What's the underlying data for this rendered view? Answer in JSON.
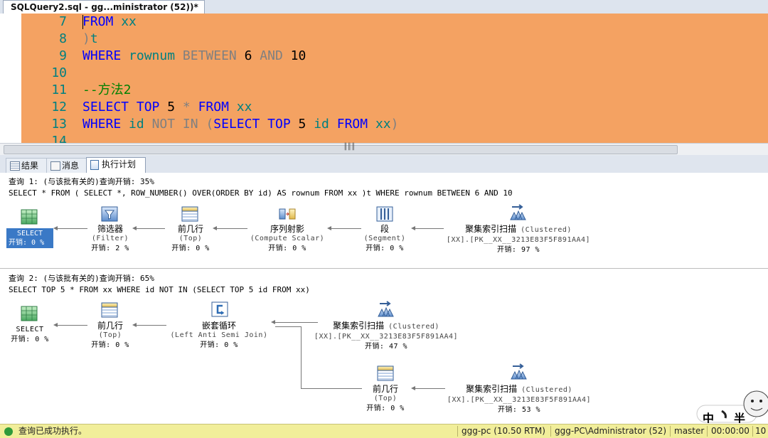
{
  "titlebar": {
    "active_tab": "SQLQuery2.sql - gg...ministrator (52))*"
  },
  "editor": {
    "lines": [
      {
        "no": "7",
        "tokens": [
          {
            "c": "kw",
            "t": "FROM"
          },
          {
            "c": "bk",
            "t": " "
          },
          {
            "c": "tl",
            "t": "xx"
          }
        ]
      },
      {
        "no": "8",
        "tokens": [
          {
            "c": "gr",
            "t": ")"
          },
          {
            "c": "tl",
            "t": "t"
          }
        ]
      },
      {
        "no": "9",
        "tokens": [
          {
            "c": "kw",
            "t": "WHERE"
          },
          {
            "c": "bk",
            "t": " "
          },
          {
            "c": "tl",
            "t": "rownum"
          },
          {
            "c": "bk",
            "t": " "
          },
          {
            "c": "gr",
            "t": "BETWEEN"
          },
          {
            "c": "bk",
            "t": " 6 "
          },
          {
            "c": "gr",
            "t": "AND"
          },
          {
            "c": "bk",
            "t": " 10"
          }
        ]
      },
      {
        "no": "10",
        "tokens": []
      },
      {
        "no": "11",
        "tokens": [
          {
            "c": "cm",
            "t": "--方法2"
          }
        ]
      },
      {
        "no": "12",
        "tokens": [
          {
            "c": "kw",
            "t": "SELECT"
          },
          {
            "c": "bk",
            "t": " "
          },
          {
            "c": "kw",
            "t": "TOP"
          },
          {
            "c": "bk",
            "t": " 5 "
          },
          {
            "c": "gr",
            "t": "*"
          },
          {
            "c": "bk",
            "t": " "
          },
          {
            "c": "kw",
            "t": "FROM"
          },
          {
            "c": "bk",
            "t": " "
          },
          {
            "c": "tl",
            "t": "xx"
          }
        ]
      },
      {
        "no": "13",
        "tokens": [
          {
            "c": "kw",
            "t": "WHERE"
          },
          {
            "c": "bk",
            "t": " "
          },
          {
            "c": "tl",
            "t": "id"
          },
          {
            "c": "bk",
            "t": " "
          },
          {
            "c": "gr",
            "t": "NOT"
          },
          {
            "c": "bk",
            "t": " "
          },
          {
            "c": "gr",
            "t": "IN"
          },
          {
            "c": "bk",
            "t": " "
          },
          {
            "c": "gr",
            "t": "("
          },
          {
            "c": "kw",
            "t": "SELECT"
          },
          {
            "c": "bk",
            "t": " "
          },
          {
            "c": "kw",
            "t": "TOP"
          },
          {
            "c": "bk",
            "t": " 5 "
          },
          {
            "c": "tl",
            "t": "id"
          },
          {
            "c": "bk",
            "t": " "
          },
          {
            "c": "kw",
            "t": "FROM"
          },
          {
            "c": "bk",
            "t": " "
          },
          {
            "c": "tl",
            "t": "xx"
          },
          {
            "c": "gr",
            "t": ")"
          }
        ]
      },
      {
        "no": "14",
        "tokens": []
      }
    ]
  },
  "result_tabs": [
    {
      "label": "结果",
      "icon": "grid-icon"
    },
    {
      "label": "消息",
      "icon": "message-icon"
    },
    {
      "label": "执行计划",
      "icon": "execution-plan-icon",
      "active": true
    }
  ],
  "plan": {
    "query1": {
      "header": "查询 1: (与该批有关的)查询开销: 35%",
      "sql": "SELECT * FROM ( SELECT *, ROW_NUMBER() OVER(ORDER BY id) AS rownum FROM xx )t WHERE rownum BETWEEN 6 AND 10",
      "nodes": {
        "select": {
          "name": "SELECT",
          "cost": "开销: 0 %"
        },
        "filter": {
          "name": "筛选器",
          "sub": "(Filter)",
          "cost": "开销: 2 %"
        },
        "top": {
          "name": "前几行",
          "sub": "(Top)",
          "cost": "开销: 0 %"
        },
        "scalar": {
          "name": "序列射影",
          "sub": "(Compute Scalar)",
          "cost": "开销: 0 %"
        },
        "segment": {
          "name": "段",
          "sub": "(Segment)",
          "cost": "开销: 0 %"
        },
        "scan": {
          "name": "聚集索引扫描",
          "sub": "(Clustered)",
          "obj": "[XX].[PK__XX__3213E83F5F891AA4]",
          "cost": "开销: 97 %"
        }
      }
    },
    "query2": {
      "header": "查询 2: (与该批有关的)查询开销: 65%",
      "sql": "SELECT TOP 5 * FROM xx WHERE id NOT IN (SELECT TOP 5 id FROM xx)",
      "nodes": {
        "select": {
          "name": "SELECT",
          "cost": "开销: 0 %"
        },
        "top": {
          "name": "前几行",
          "sub": "(Top)",
          "cost": "开销: 0 %"
        },
        "loop": {
          "name": "嵌套循环",
          "sub": "(Left Anti Semi Join)",
          "cost": "开销: 0 %"
        },
        "scan1": {
          "name": "聚集索引扫描",
          "sub": "(Clustered)",
          "obj": "[XX].[PK__XX__3213E83F5F891AA4]",
          "cost": "开销: 47 %"
        },
        "top2": {
          "name": "前几行",
          "sub": "(Top)",
          "cost": "开销: 0 %"
        },
        "scan2": {
          "name": "聚集索引扫描",
          "sub": "(Clustered)",
          "obj": "[XX].[PK__XX__3213E83F5F891AA4]",
          "cost": "开销: 53 %"
        }
      }
    }
  },
  "statusbar": {
    "message": "查询已成功执行。",
    "server": "ggg-pc (10.50 RTM)",
    "user": "ggg-PC\\Administrator (52)",
    "database": "master",
    "elapsed": "00:00:00",
    "rows": "10"
  },
  "watermark": {
    "text_left": "中",
    "text_right": "半"
  },
  "colors": {
    "editor_highlight": "#f4a262",
    "status_bg": "#f1ee9a",
    "keyword": "#0000ff",
    "identifier": "#008080",
    "comment": "#008000"
  }
}
